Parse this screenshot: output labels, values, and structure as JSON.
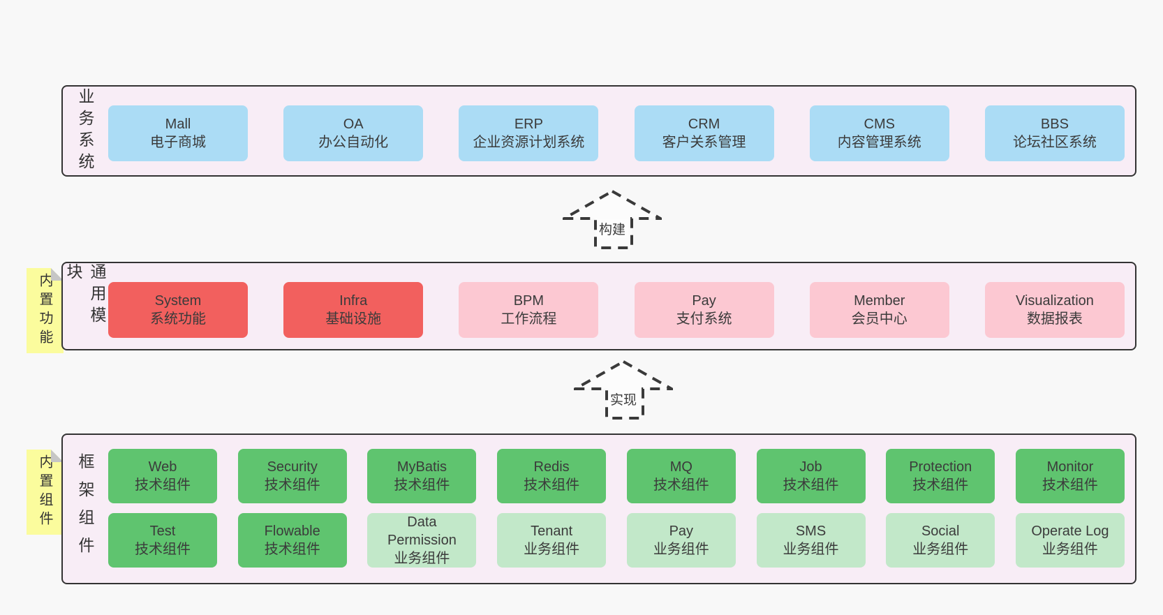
{
  "colors": {
    "page_bg": "#f8f8f8",
    "section_bg": "#f8edf6",
    "section_border": "#333333",
    "text": "#3b3b3b",
    "blue": "#abdcf5",
    "red": "#f2605e",
    "pink": "#fcc8d2",
    "green": "#5fc46f",
    "lightgreen": "#c2e8c9",
    "tab_yellow": "#fbfc9d",
    "tab_fold_gray": "#c6c6c6",
    "arrow_stroke": "#3a3a3a"
  },
  "diagram": {
    "sections": [
      {
        "key": "business",
        "side_label": "业务系统",
        "sticky_tab": null,
        "rows": [
          [
            {
              "title": "Mall",
              "subtitle": "电子商城",
              "variant": "blue"
            },
            {
              "title": "OA",
              "subtitle": "办公自动化",
              "variant": "blue"
            },
            {
              "title": "ERP",
              "subtitle": "企业资源计划系统",
              "variant": "blue"
            },
            {
              "title": "CRM",
              "subtitle": "客户关系管理",
              "variant": "blue"
            },
            {
              "title": "CMS",
              "subtitle": "内容管理系统",
              "variant": "blue"
            },
            {
              "title": "BBS",
              "subtitle": "论坛社区系统",
              "variant": "blue"
            }
          ]
        ]
      },
      {
        "key": "modules",
        "side_label": "通用模块",
        "sticky_tab": "内置功能",
        "rows": [
          [
            {
              "title": "System",
              "subtitle": "系统功能",
              "variant": "red"
            },
            {
              "title": "Infra",
              "subtitle": "基础设施",
              "variant": "red"
            },
            {
              "title": "BPM",
              "subtitle": "工作流程",
              "variant": "pink"
            },
            {
              "title": "Pay",
              "subtitle": "支付系统",
              "variant": "pink"
            },
            {
              "title": "Member",
              "subtitle": "会员中心",
              "variant": "pink"
            },
            {
              "title": "Visualization",
              "subtitle": "数据报表",
              "variant": "pink"
            }
          ]
        ]
      },
      {
        "key": "components",
        "side_label": "框架组件",
        "sticky_tab": "内置组件",
        "rows": [
          [
            {
              "title": "Web",
              "subtitle": "技术组件",
              "variant": "green"
            },
            {
              "title": "Security",
              "subtitle": "技术组件",
              "variant": "green"
            },
            {
              "title": "MyBatis",
              "subtitle": "技术组件",
              "variant": "green"
            },
            {
              "title": "Redis",
              "subtitle": "技术组件",
              "variant": "green"
            },
            {
              "title": "MQ",
              "subtitle": "技术组件",
              "variant": "green"
            },
            {
              "title": "Job",
              "subtitle": "技术组件",
              "variant": "green"
            },
            {
              "title": "Protection",
              "subtitle": "技术组件",
              "variant": "green"
            },
            {
              "title": "Monitor",
              "subtitle": "技术组件",
              "variant": "green"
            }
          ],
          [
            {
              "title": "Test",
              "subtitle": "技术组件",
              "variant": "green"
            },
            {
              "title": "Flowable",
              "subtitle": "技术组件",
              "variant": "green"
            },
            {
              "title": "Data Permission",
              "subtitle": "业务组件",
              "variant": "lightgreen"
            },
            {
              "title": "Tenant",
              "subtitle": "业务组件",
              "variant": "lightgreen"
            },
            {
              "title": "Pay",
              "subtitle": "业务组件",
              "variant": "lightgreen"
            },
            {
              "title": "SMS",
              "subtitle": "业务组件",
              "variant": "lightgreen"
            },
            {
              "title": "Social",
              "subtitle": "业务组件",
              "variant": "lightgreen"
            },
            {
              "title": "Operate Log",
              "subtitle": "业务组件",
              "variant": "lightgreen"
            }
          ]
        ]
      }
    ],
    "arrows": [
      {
        "label": "构建"
      },
      {
        "label": "实现"
      }
    ]
  }
}
